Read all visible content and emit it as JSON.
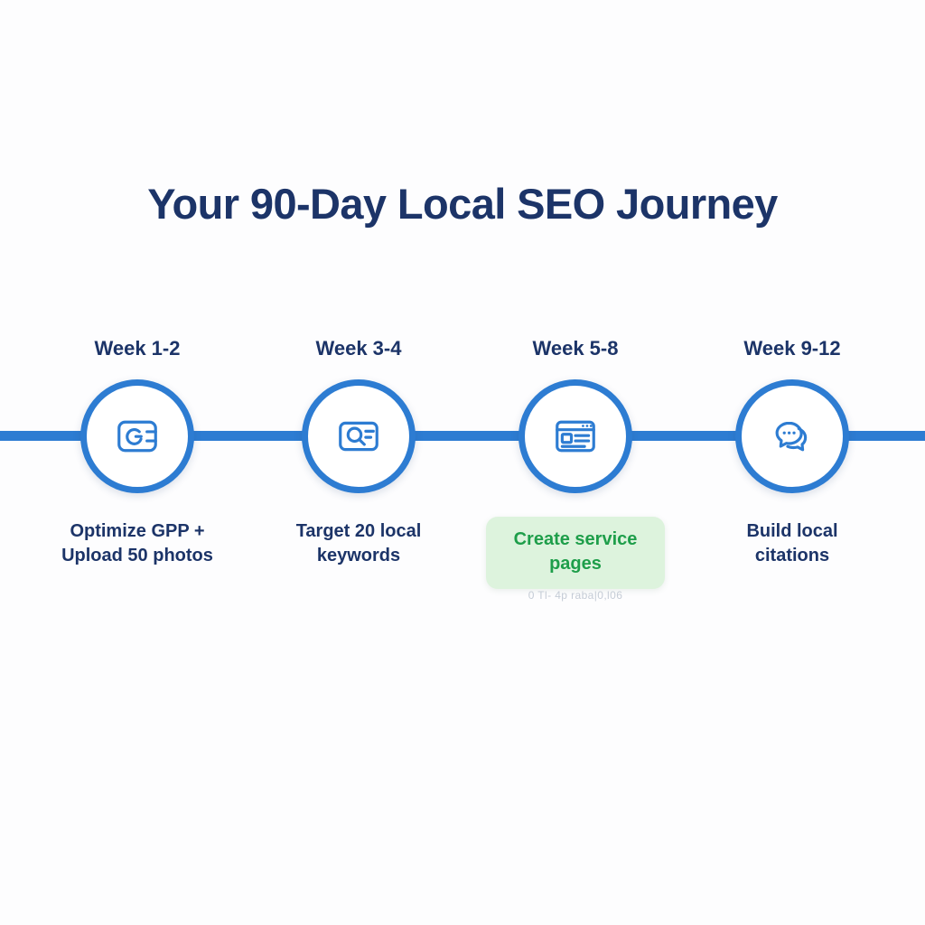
{
  "document": {
    "title": "Your 90-Day Local SEO Journey",
    "type": "timeline-infographic"
  },
  "colors": {
    "background": "#fdfdfe",
    "accent_blue": "#2d7cd2",
    "navy_text": "#1c3468",
    "highlight_green_text": "#1e9e4a",
    "highlight_green_bg": "#ddf3dd"
  },
  "timeline": {
    "line_color": "#2d7cd2",
    "stages": [
      {
        "week_label": "Week 1-2",
        "icon": "google-business-profile-icon",
        "caption_lines": [
          "Optimize GPP +",
          "Upload 50 photos"
        ],
        "highlighted": false
      },
      {
        "week_label": "Week 3-4",
        "icon": "keyword-search-icon",
        "caption_lines": [
          "Target 20 local",
          "keywords"
        ],
        "highlighted": false
      },
      {
        "week_label": "Week 5-8",
        "icon": "web-page-layout-icon",
        "caption_lines": [
          "Create service",
          "pages"
        ],
        "highlighted": true,
        "artifact_text": "0 Tl- 4p raba|0,l06"
      },
      {
        "week_label": "Week 9-12",
        "icon": "chat-bubbles-icon",
        "caption_lines": [
          "Build local",
          "citations"
        ],
        "highlighted": false
      }
    ]
  }
}
